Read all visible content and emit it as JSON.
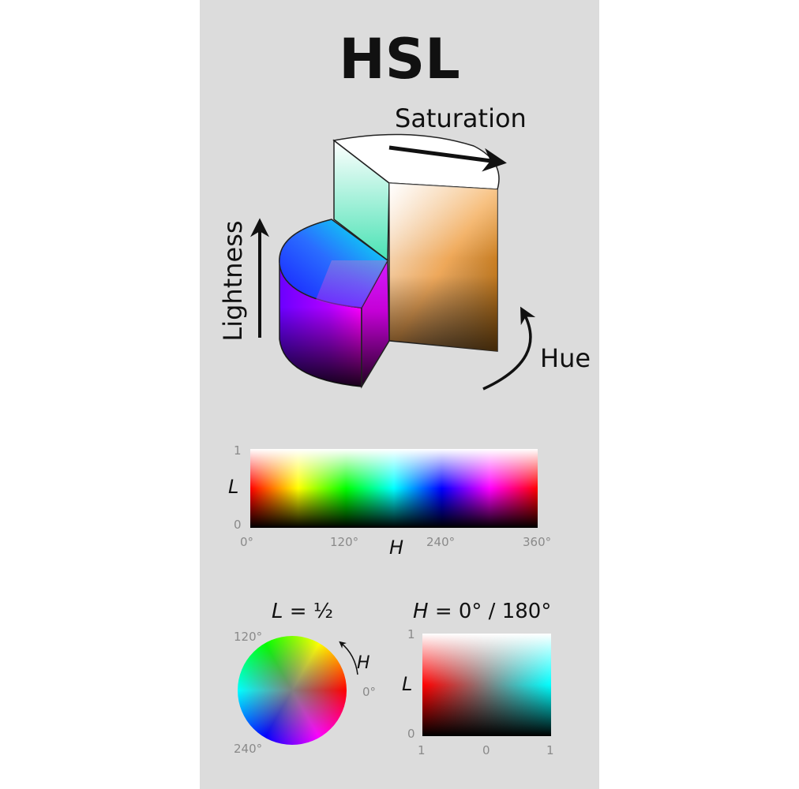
{
  "title": "HSL",
  "cylinder": {
    "saturation_label": "Saturation",
    "lightness_label": "Lightness",
    "hue_label": "Hue"
  },
  "hue_lightness_chart": {
    "y_axis_label": "L",
    "y_ticks": [
      "1",
      "0"
    ],
    "x_axis_label": "H",
    "x_ticks": [
      "0°",
      "120°",
      "240°",
      "360°"
    ]
  },
  "hue_wheel": {
    "title_var": "L",
    "title_rest": " = ½",
    "label_120": "120°",
    "label_0": "0°",
    "label_240": "240°",
    "direction_label": "H"
  },
  "sat_lightness_chart": {
    "title_var": "H",
    "title_rest": " = 0° / 180°",
    "y_axis_label": "L",
    "y_ticks": [
      "1",
      "0"
    ],
    "x_ticks": [
      "1",
      "0",
      "1"
    ]
  }
}
